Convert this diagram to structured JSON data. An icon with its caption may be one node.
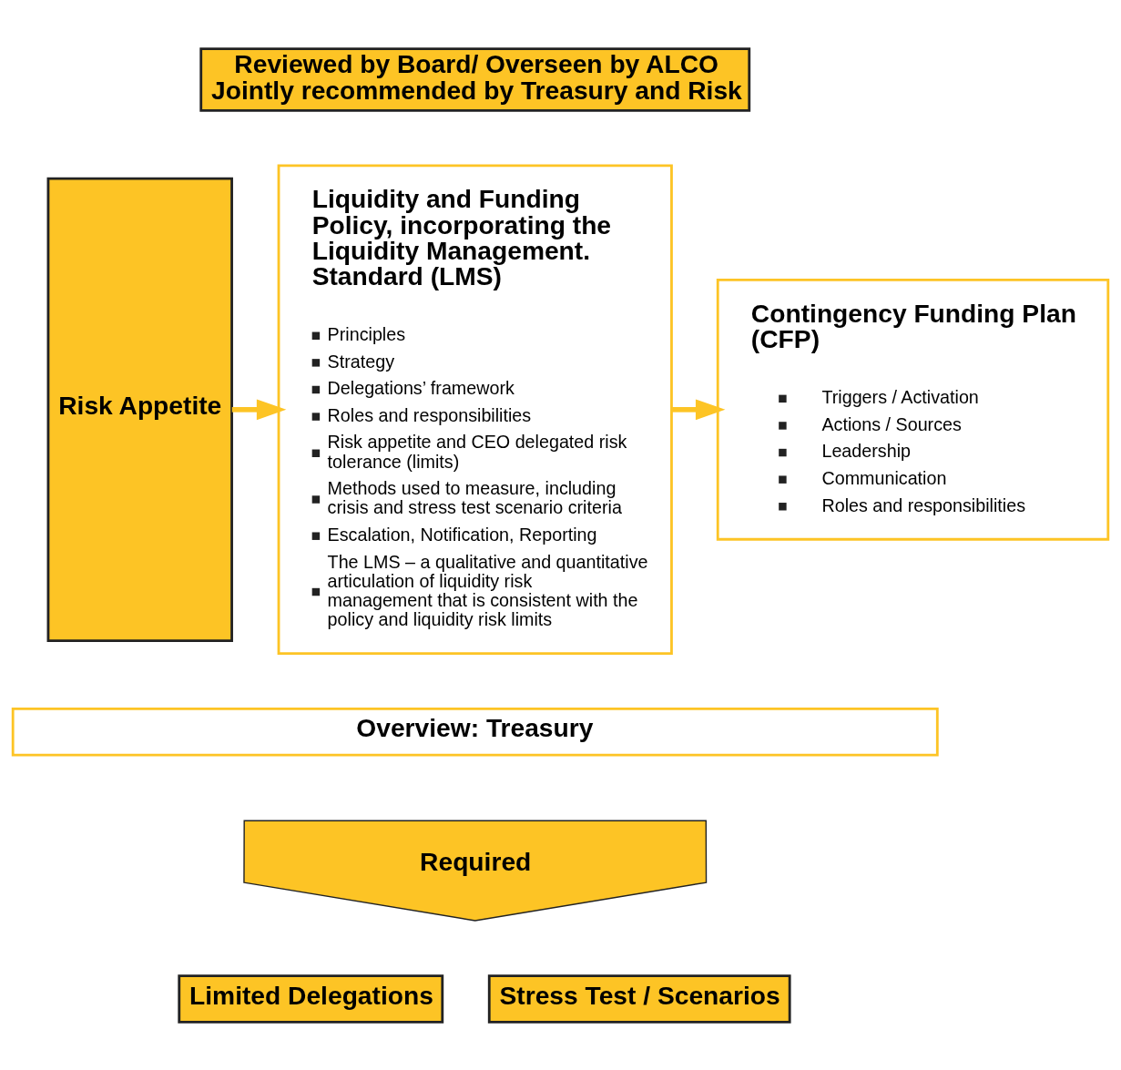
{
  "diagram": {
    "nodes": [
      {
        "text": [
          "Reviewed by Board/ Overseen by ALCO",
          "Jointly recommended by Treasury and Risk"
        ]
      },
      {
        "text": [
          "Risk Appetite"
        ]
      },
      {
        "text": [
          "Liquidity and Funding Policy, incorporating the Liquidity Management. Standard (LMS)",
          "Principles",
          "Strategy",
          "Delegations’ framework",
          "Roles and responsibilities",
          "Risk appetite and CEO delegated risk tolerance (limits)",
          "Methods used to measure, including crisis and stress test scenario criteria",
          "Escalation, Notification, Reporting",
          "The LMS – a qualitative and quantitative articulation of liquidity risk management that is consistent with the policy and liquidity risk limits"
        ]
      },
      {
        "text": [
          "Contingency Funding Plan (CFP)",
          "Triggers / Activation",
          "Actions / Sources",
          "Leadership",
          "Communication",
          "Roles and responsibilities"
        ]
      },
      {
        "text": [
          "Overview: Treasury"
        ]
      },
      {
        "text": [
          "Required"
        ]
      },
      {
        "text": [
          "Limited Delegations"
        ]
      },
      {
        "text": [
          "Stress Test / Scenarios"
        ]
      }
    ],
    "edges": [
      {
        "from": 1,
        "to": 2,
        "arrow": "to"
      },
      {
        "from": 2,
        "to": 3,
        "arrow": "to"
      }
    ]
  }
}
